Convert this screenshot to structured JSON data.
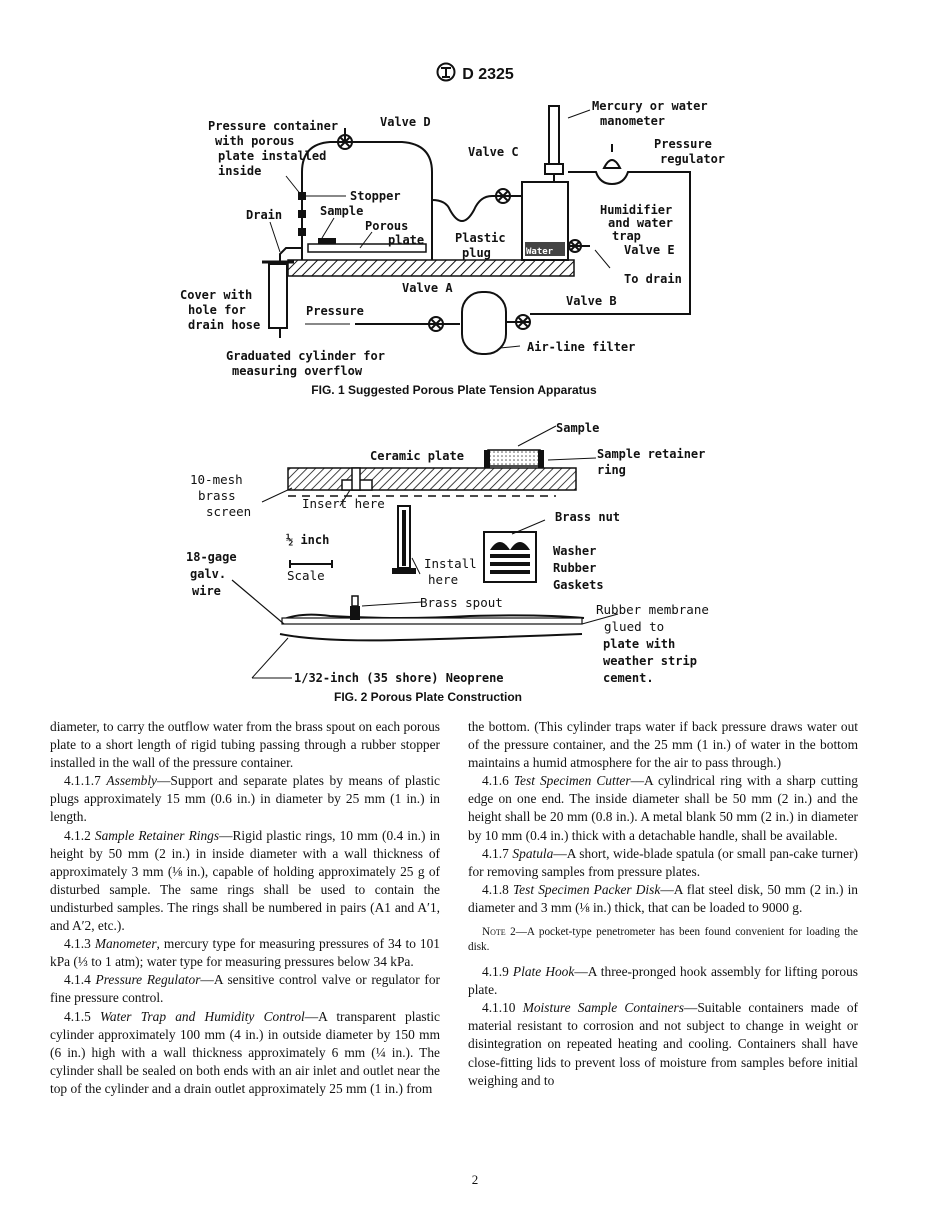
{
  "header": {
    "doc_id": "D 2325"
  },
  "fig1": {
    "caption": "FIG. 1 Suggested Porous Plate Tension Apparatus",
    "labels": {
      "pressure_container": [
        "Pressure container",
        "with porous",
        "plate installed",
        "inside"
      ],
      "valve_d": "Valve D",
      "valve_c": "Valve C",
      "manometer": [
        "Mercury or water",
        "manometer"
      ],
      "regulator": [
        "Pressure",
        "regulator"
      ],
      "stopper": "Stopper",
      "sample": "Sample",
      "drain": "Drain",
      "porous_plate": [
        "Porous",
        "plate"
      ],
      "plastic_plug": [
        "Plastic",
        "plug"
      ],
      "humidifier": [
        "Humidifier",
        "and water",
        "trap"
      ],
      "valve_e": "Valve E",
      "water": "Water",
      "to_drain": "To drain",
      "cover": [
        "Cover with",
        "hole for",
        "drain hose"
      ],
      "valve_a": "Valve A",
      "valve_b": "Valve B",
      "pressure": "Pressure",
      "airline_filter": "Air-line filter",
      "cylinder": [
        "Graduated cylinder for",
        "measuring overflow"
      ]
    }
  },
  "fig2": {
    "caption": "FIG. 2 Porous Plate Construction",
    "labels": {
      "sample": "Sample",
      "ceramic_plate": "Ceramic plate",
      "retainer": [
        "Sample retainer",
        "ring"
      ],
      "mesh": [
        "10-mesh",
        "brass",
        "screen"
      ],
      "insert_here": "Insert here",
      "brass_nut": "Brass nut",
      "half_inch": "½ inch",
      "scale": "Scale",
      "wire": [
        "18-gage",
        "galv.",
        "wire"
      ],
      "install_here": [
        "Install",
        "here"
      ],
      "washer": "Washer",
      "rubber": "Rubber",
      "gaskets": "Gaskets",
      "brass_spout": "Brass spout",
      "membrane": [
        "Rubber membrane",
        "glued to",
        "plate with",
        "weather strip",
        "cement."
      ],
      "neoprene": "1/32-inch (35 shore) Neoprene"
    }
  },
  "left_column": [
    "diameter, to carry the outflow water from the brass spout on each porous plate to a short length of rigid tubing passing through a rubber stopper installed in the wall of the pressure container.",
    {
      "num": "4.1.1.7",
      "title": "Assembly",
      "text": "—Support and separate plates by means of plastic plugs approximately 15 mm (0.6 in.) in diameter by 25 mm (1 in.) in length."
    },
    {
      "num": "4.1.2",
      "title": "Sample Retainer Rings",
      "text": "—Rigid plastic rings, 10 mm (0.4 in.) in height by 50 mm (2 in.) in inside diameter with a wall thickness of approximately 3 mm (⅛ in.), capable of holding approximately 25 g of disturbed sample. The same rings shall be used to contain the undisturbed samples. The rings shall be numbered in pairs (A1 and A′1, and A′2, etc.)."
    },
    {
      "num": "4.1.3",
      "title": "Manometer",
      "text": ", mercury type for measuring pressures of 34 to 101 kPa (⅓ to 1 atm); water type for measuring pressures below 34 kPa."
    },
    {
      "num": "4.1.4",
      "title": "Pressure Regulator",
      "text": "—A sensitive control valve or regulator for fine pressure control."
    },
    {
      "num": "4.1.5",
      "title": "Water Trap and Humidity Control",
      "text": "—A transparent plastic cylinder approximately 100 mm (4 in.) in outside diameter by 150 mm (6 in.) high with a wall thickness approximately 6 mm (¼ in.). The cylinder shall be sealed on both ends with an air inlet and outlet near the top of the cylinder and a drain outlet approximately 25 mm (1 in.) from"
    }
  ],
  "right_column": [
    "the bottom. (This cylinder traps water if back pressure draws water out of the pressure container, and the 25 mm (1 in.) of water in the bottom maintains a humid atmosphere for the air to pass through.)",
    {
      "num": "4.1.6",
      "title": "Test Specimen Cutter",
      "text": "—A cylindrical ring with a sharp cutting edge on one end. The inside diameter shall be 50 mm (2 in.) and the height shall be 20 mm (0.8 in.). A metal blank 50 mm (2 in.) in diameter by 10 mm (0.4 in.) thick with a detachable handle, shall be available."
    },
    {
      "num": "4.1.7",
      "title": "Spatula",
      "text": "—A short, wide-blade spatula (or small pan-cake turner) for removing samples from pressure plates."
    },
    {
      "num": "4.1.8",
      "title": "Test Specimen Packer Disk",
      "text": "—A flat steel disk, 50 mm (2 in.) in diameter and 3 mm (⅛ in.) thick, that can be loaded to 9000 g."
    },
    {
      "note_label": "Note",
      "note_text": " 2—A pocket-type penetrometer has been found convenient for loading the disk."
    },
    {
      "num": "4.1.9",
      "title": "Plate Hook",
      "text": "—A three-pronged hook assembly for lifting porous plate."
    },
    {
      "num": "4.1.10",
      "title": "Moisture Sample Containers",
      "text": "—Suitable containers made of material resistant to corrosion and not subject to change in weight or disintegration on repeated heating and cooling. Containers shall have close-fitting lids to prevent loss of moisture from samples before initial weighing and to"
    }
  ],
  "page_number": "2"
}
